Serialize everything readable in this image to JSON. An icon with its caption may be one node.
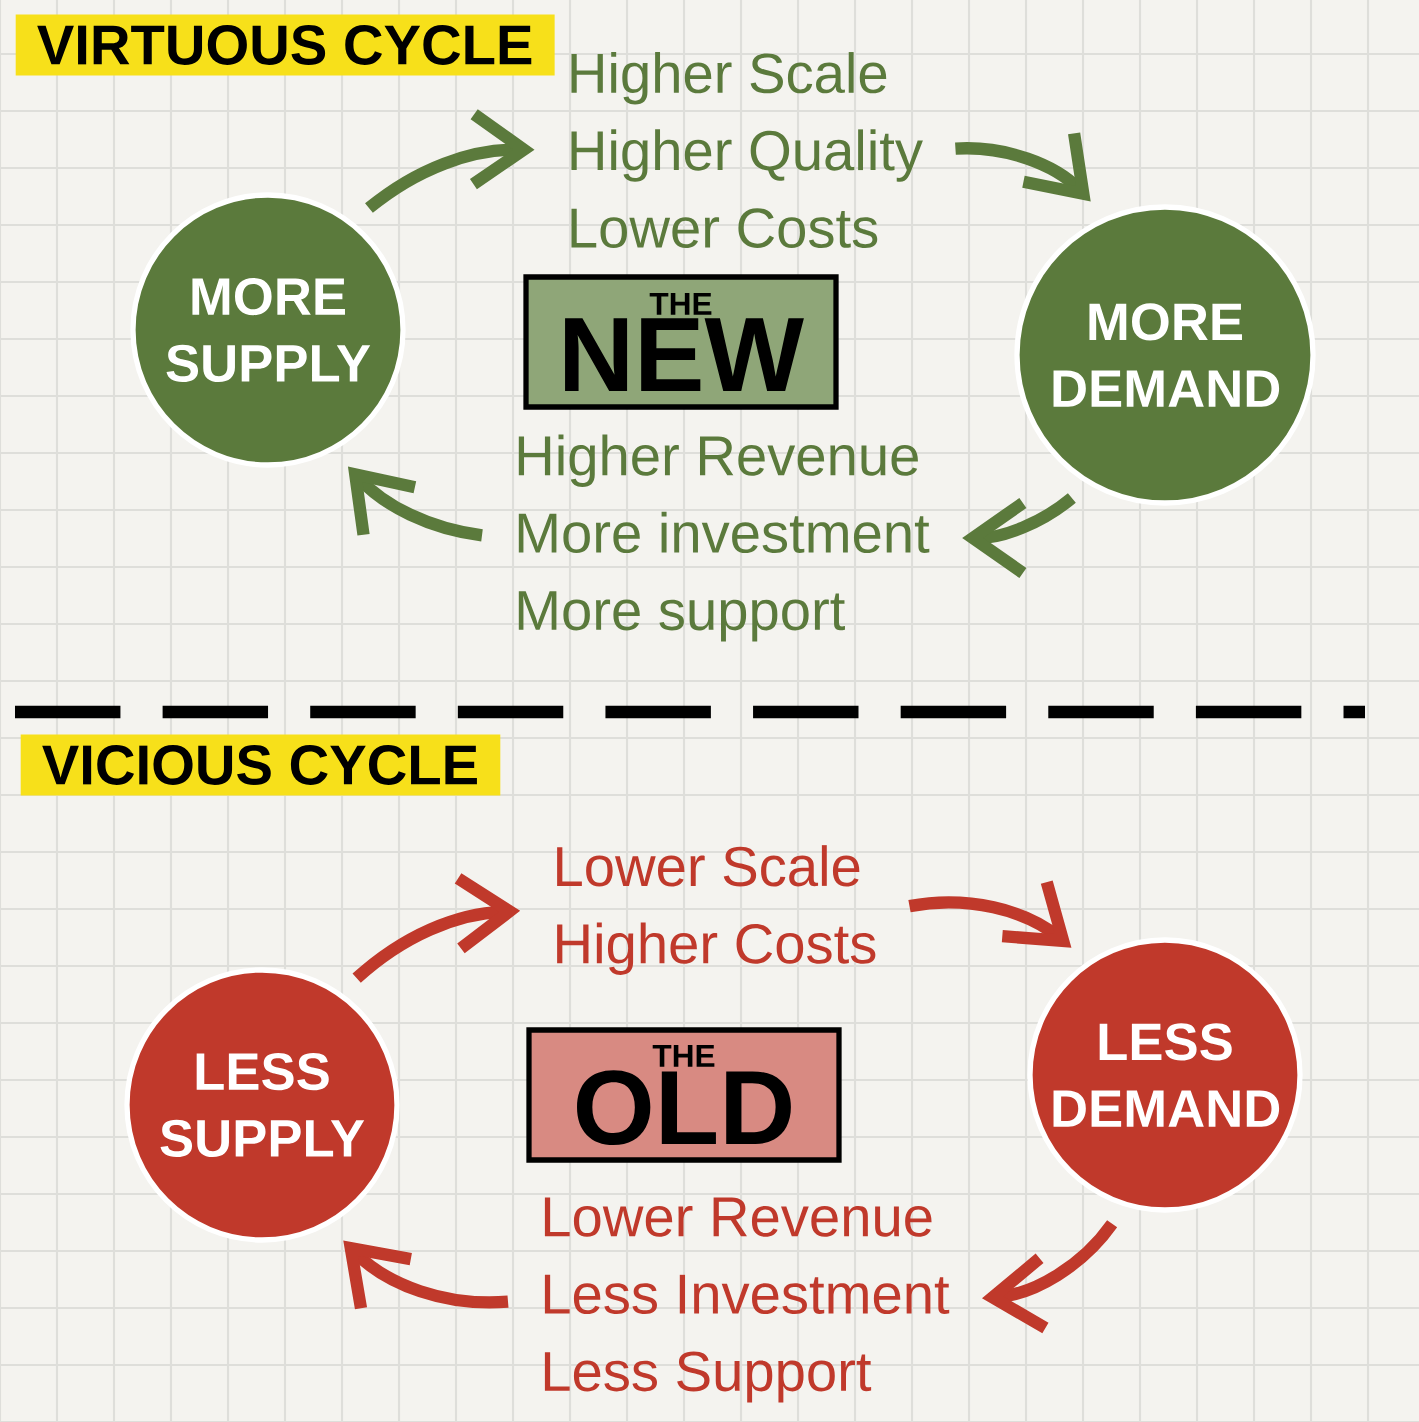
{
  "diagram": {
    "nodes": [
      {
        "text": [
          "MORE SUPPLY"
        ]
      },
      {
        "text": [
          "Higher Scale",
          "Higher Quality",
          "Lower Costs"
        ]
      },
      {
        "text": [
          "MORE DEMAND"
        ]
      },
      {
        "text": [
          "Higher Revenue",
          "More investment",
          "More support"
        ]
      },
      {
        "text": [
          "THE",
          "NEW"
        ]
      },
      {
        "text": [
          "LESS SUPPLY"
        ]
      },
      {
        "text": [
          "Lower Scale",
          "Higher Costs"
        ]
      },
      {
        "text": [
          "LESS DEMAND"
        ]
      },
      {
        "text": [
          "Lower Revenue",
          "Less Investment",
          "Less Support"
        ]
      },
      {
        "text": [
          "THE",
          "OLD"
        ]
      }
    ],
    "edges": [
      {
        "from": 0,
        "to": 1,
        "arrow": "to",
        "color": "#5b7a3c"
      },
      {
        "from": 1,
        "to": 2,
        "arrow": "to",
        "color": "#5b7a3c"
      },
      {
        "from": 2,
        "to": 3,
        "arrow": "to",
        "color": "#5b7a3c"
      },
      {
        "from": 3,
        "to": 0,
        "arrow": "to",
        "color": "#5b7a3c"
      },
      {
        "from": 5,
        "to": 6,
        "arrow": "to",
        "color": "#c0392b"
      },
      {
        "from": 6,
        "to": 7,
        "arrow": "to",
        "color": "#c0392b"
      },
      {
        "from": 7,
        "to": 8,
        "arrow": "to",
        "color": "#c0392b"
      },
      {
        "from": 8,
        "to": 5,
        "arrow": "to",
        "color": "#c0392b"
      }
    ],
    "labels": [
      "VIRTUOUS CYCLE",
      "VICIOUS CYCLE"
    ]
  }
}
